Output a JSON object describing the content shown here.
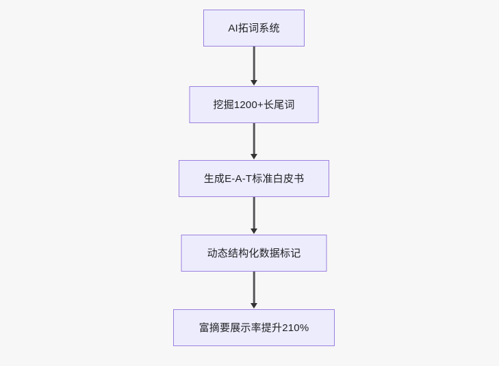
{
  "diagram": {
    "type": "flowchart",
    "direction": "top-to-bottom",
    "background_color": "#f7f7f7",
    "node_fill_color": "#ececfd",
    "node_border_color": "#9b7ede",
    "node_text_color": "#1f1f22",
    "edge_line_color": "#55555a",
    "edge_arrow_color": "#333333",
    "nodes": [
      {
        "id": "n1",
        "label": "AI拓词系统"
      },
      {
        "id": "n2",
        "label": "挖掘1200+长尾词"
      },
      {
        "id": "n3",
        "label": "生成E-A-T标准白皮书"
      },
      {
        "id": "n4",
        "label": "动态结构化数据标记"
      },
      {
        "id": "n5",
        "label": "富摘要展示率提升210%"
      }
    ],
    "edges": [
      {
        "from": "n1",
        "to": "n2",
        "label": ""
      },
      {
        "from": "n2",
        "to": "n3",
        "label": ""
      },
      {
        "from": "n3",
        "to": "n4",
        "label": ""
      },
      {
        "from": "n4",
        "to": "n5",
        "label": ""
      }
    ]
  }
}
